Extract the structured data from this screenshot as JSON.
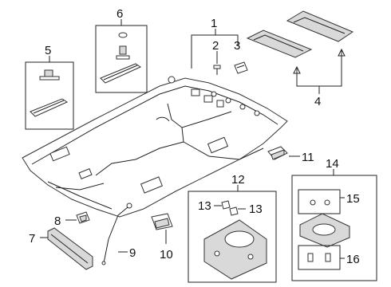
{
  "diagram": {
    "callouts": [
      {
        "id": "c1",
        "label": "1"
      },
      {
        "id": "c2",
        "label": "2"
      },
      {
        "id": "c3",
        "label": "3"
      },
      {
        "id": "c4",
        "label": "4"
      },
      {
        "id": "c5",
        "label": "5"
      },
      {
        "id": "c6",
        "label": "6"
      },
      {
        "id": "c7",
        "label": "7"
      },
      {
        "id": "c8",
        "label": "8"
      },
      {
        "id": "c9",
        "label": "9"
      },
      {
        "id": "c10",
        "label": "10"
      },
      {
        "id": "c11",
        "label": "11"
      },
      {
        "id": "c12",
        "label": "12"
      },
      {
        "id": "c13a",
        "label": "13"
      },
      {
        "id": "c13b",
        "label": "13"
      },
      {
        "id": "c14",
        "label": "14"
      },
      {
        "id": "c15",
        "label": "15"
      },
      {
        "id": "c16",
        "label": "16"
      }
    ],
    "colors": {
      "line": "#222222",
      "part_fill": "#ffffff",
      "pad_fill": "#d9d9d9",
      "background": "#ffffff"
    }
  }
}
